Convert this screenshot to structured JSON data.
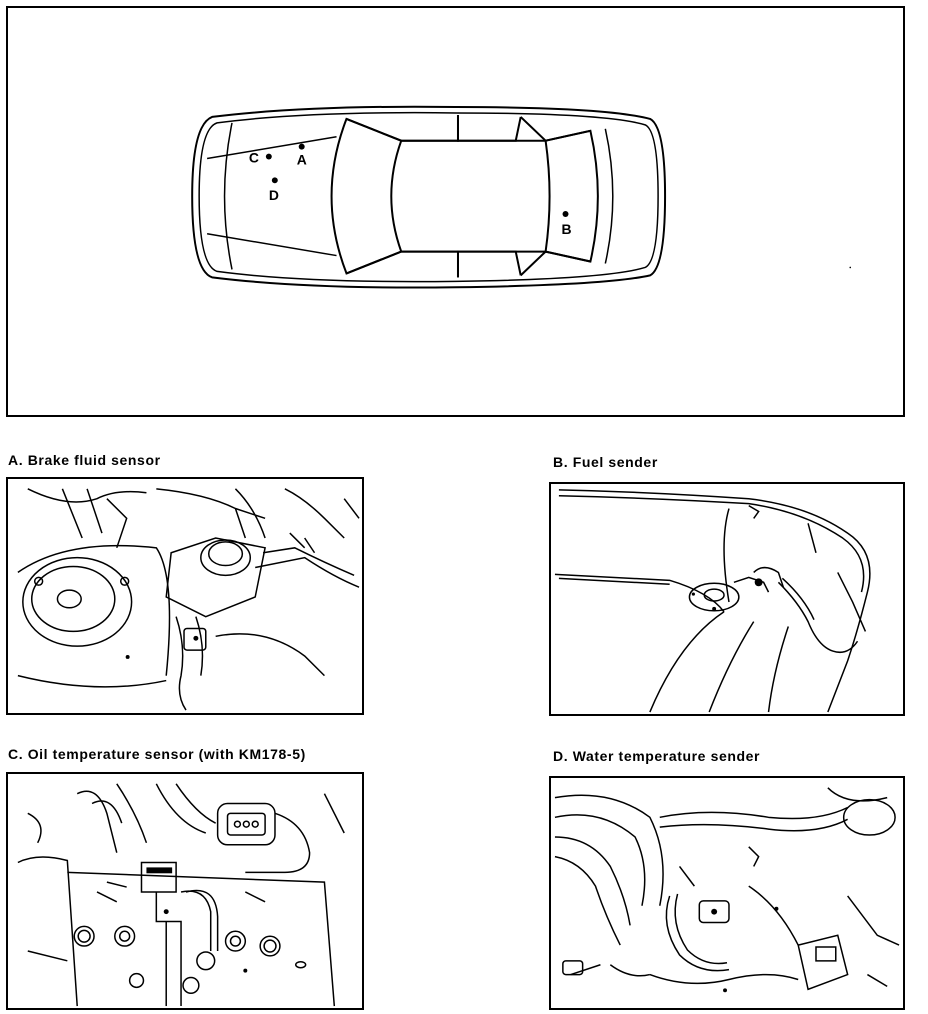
{
  "overview": {
    "points": [
      {
        "id": "A",
        "label": "A"
      },
      {
        "id": "B",
        "label": "B"
      },
      {
        "id": "C",
        "label": "C"
      },
      {
        "id": "D",
        "label": "D"
      }
    ]
  },
  "panels": [
    {
      "id": "A",
      "caption": "A. Brake fluid sensor"
    },
    {
      "id": "B",
      "caption": "B. Fuel sender"
    },
    {
      "id": "C",
      "caption": "C. Oil temperature sensor (with KM178-5)"
    },
    {
      "id": "D",
      "caption": "D. Water temperature sender"
    }
  ]
}
